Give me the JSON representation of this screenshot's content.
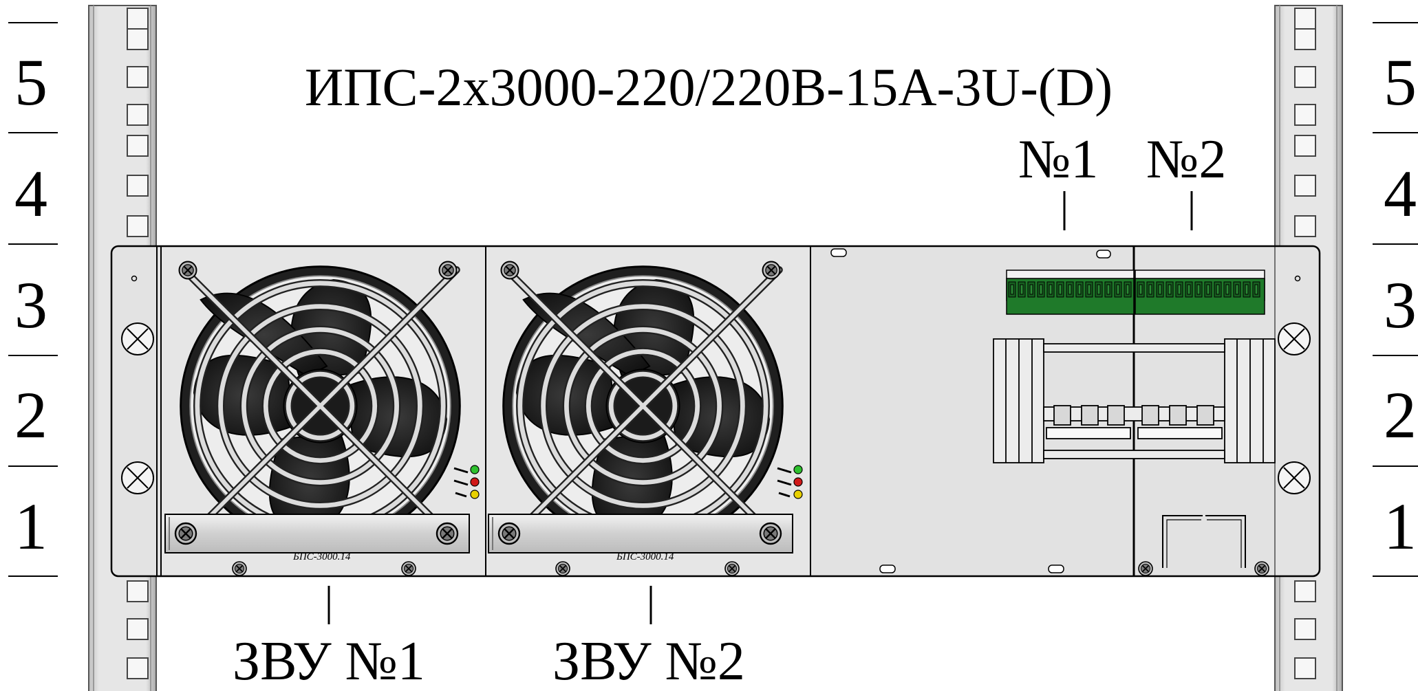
{
  "title": "ИПС-2х3000-220/220В-15А-3U-(D)",
  "rack_units_left": [
    "5",
    "4",
    "3",
    "2",
    "1"
  ],
  "rack_units_right": [
    "5",
    "4",
    "3",
    "2",
    "1"
  ],
  "breaker_labels": [
    "№1",
    "№2"
  ],
  "module_labels": [
    "ЗВУ №1",
    "ЗВУ №2"
  ],
  "module_model_texts": [
    "БПС-3000.14",
    "БПС-3000.14"
  ],
  "colors": {
    "panel": "#e2e2e2",
    "rail": "#e4e4e4",
    "terminal_green": "#1f7a2a",
    "led_green": "#2ec02e",
    "led_red": "#d01818",
    "led_yellow": "#e8d000",
    "fan_black": "#1c1c1c"
  }
}
